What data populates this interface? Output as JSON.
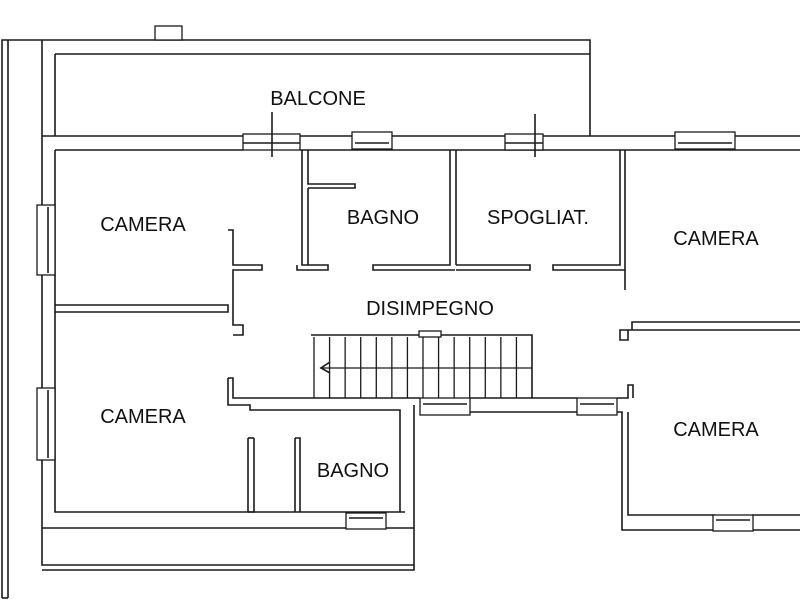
{
  "rooms": {
    "balcone": "BALCONE",
    "camera_top_left": "CAMERA",
    "bagno_top": "BAGNO",
    "spogliatoio": "SPOGLIAT.",
    "camera_top_right": "CAMERA",
    "disimpegno": "DISIMPEGNO",
    "camera_bottom_left": "CAMERA",
    "bagno_bottom": "BAGNO",
    "camera_bottom_right": "CAMERA"
  },
  "stairs": {
    "treads": 14
  }
}
